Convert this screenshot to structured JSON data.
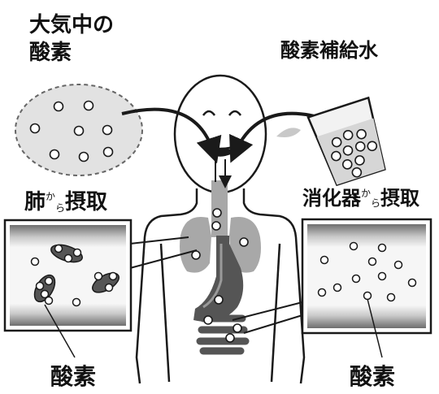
{
  "labels": {
    "air_oxygen_line1": "大気中の",
    "air_oxygen_line2": "酸素",
    "oxygen_water": "酸素補給水",
    "lung_main": "肺",
    "lung_ka": "か",
    "lung_ra": "ら",
    "lung_intake": "摂取",
    "digestive_main": "消化器",
    "digestive_ka": "か",
    "digestive_ra": "ら",
    "digestive_intake": "摂取",
    "oxygen_left": "酸素",
    "oxygen_right": "酸素"
  },
  "colors": {
    "outline": "#1a1a1a",
    "organ_gray": "#a8a8a8",
    "dark_gray": "#555555",
    "air_cloud": "#e2e2e2",
    "vessel_light": "#f4f4f4",
    "vessel_band": "#8a8a8a",
    "water_drop": "#c8c8c8"
  },
  "icons": [
    "air-cloud",
    "head-face",
    "body-outline",
    "lungs",
    "stomach",
    "intestine",
    "water-glass",
    "water-drop",
    "blood-vessel",
    "red-blood-cell",
    "oxygen-bubble",
    "arrow"
  ]
}
